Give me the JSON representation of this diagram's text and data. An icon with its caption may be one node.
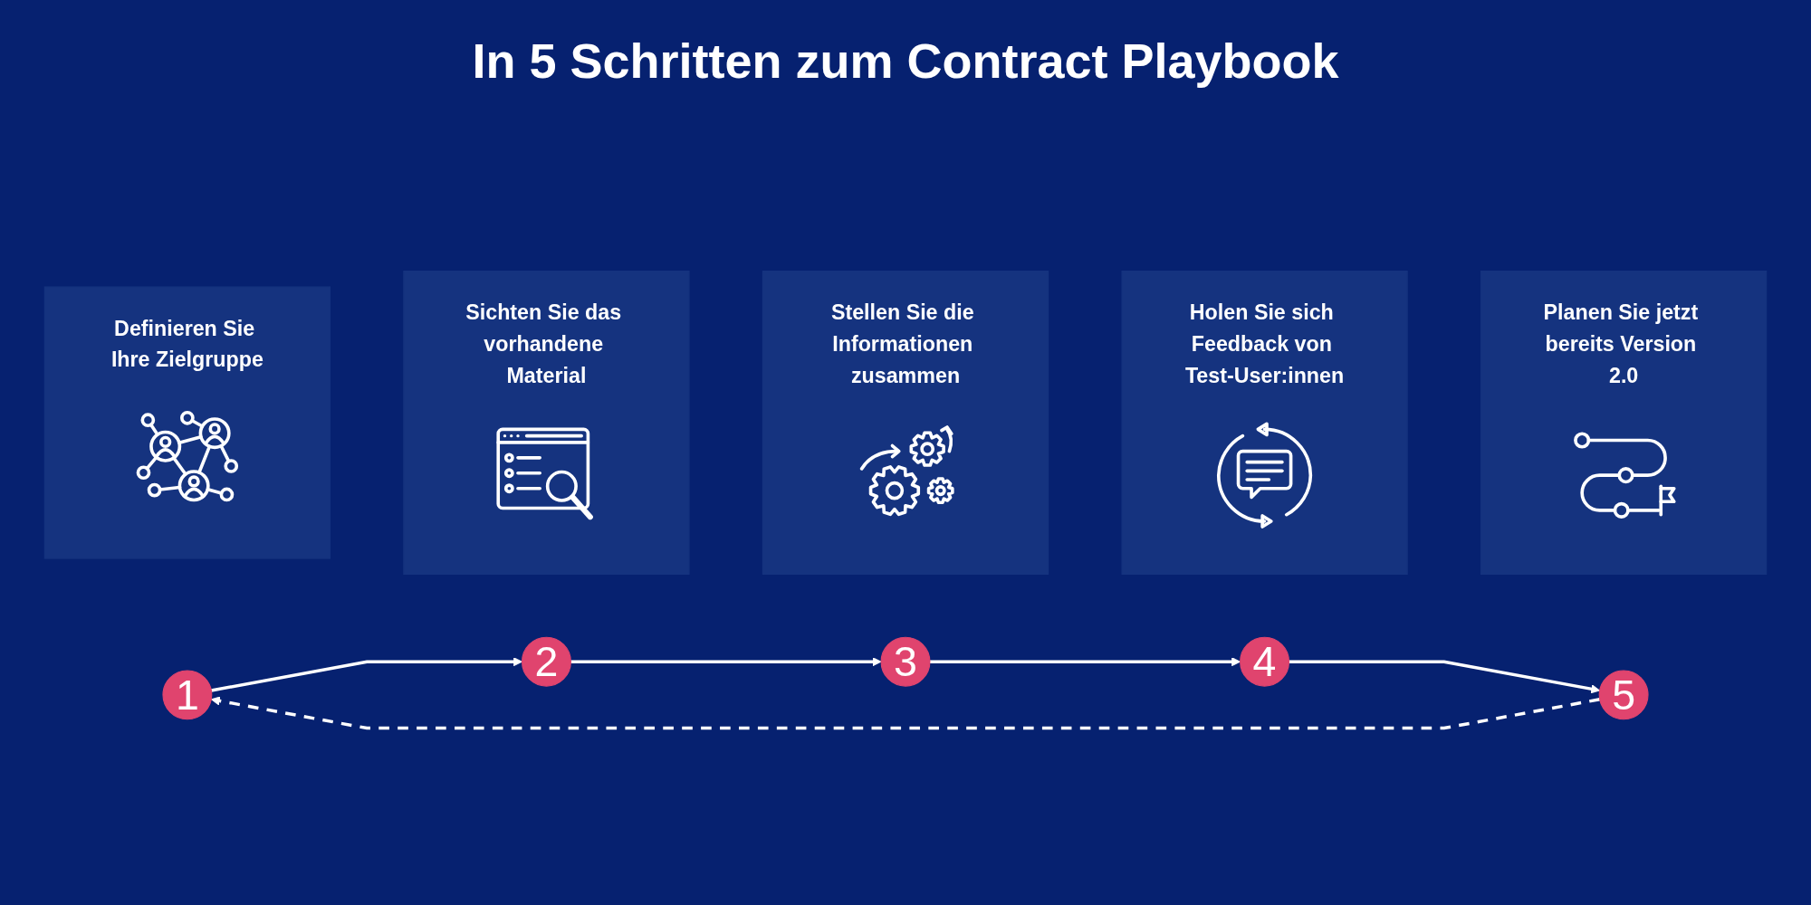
{
  "diagram": {
    "title": "In 5 Schritten zum Contract Playbook",
    "nodes": [
      {
        "text": [
          "Definieren Sie Ihre Zielgruppe"
        ]
      },
      {
        "text": [
          "Sichten Sie das vorhandene Material"
        ]
      },
      {
        "text": [
          "Stellen Sie die Informationen zusammen"
        ]
      },
      {
        "text": [
          "Holen Sie sich Feedback von Test-User:innen"
        ]
      },
      {
        "text": [
          "Planen Sie jetzt bereits Version 2.0"
        ]
      },
      {
        "text": [
          "1"
        ]
      },
      {
        "text": [
          "2"
        ]
      },
      {
        "text": [
          "3"
        ]
      },
      {
        "text": [
          "4"
        ]
      },
      {
        "text": [
          "5"
        ]
      }
    ],
    "edges": [
      {
        "from": 5,
        "to": 6,
        "arrow": "to"
      },
      {
        "from": 6,
        "to": 7,
        "arrow": "to"
      },
      {
        "from": 7,
        "to": 8,
        "arrow": "to"
      },
      {
        "from": 8,
        "to": 9,
        "arrow": "to"
      },
      {
        "from": 9,
        "to": 5,
        "arrow": "to",
        "style": "dashed"
      }
    ]
  }
}
